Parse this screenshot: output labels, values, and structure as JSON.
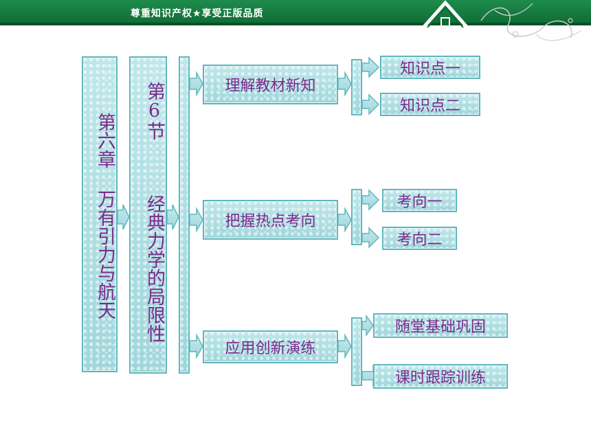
{
  "header": {
    "slogan": "尊重知识产权★享受正版品质"
  },
  "diagram": {
    "chapter": "第六章 万有引力与航天",
    "section_num": "第6节",
    "section_title": "经典力学的局限性",
    "branches": [
      {
        "label": "理解教材新知",
        "children": [
          "知识点一",
          "知识点二"
        ]
      },
      {
        "label": "把握热点考向",
        "children": [
          "考向一",
          "考向二"
        ]
      },
      {
        "label": "应用创新演练",
        "children": [
          "随堂基础巩固",
          "课时跟踪训练"
        ]
      }
    ]
  },
  "colors": {
    "header_green": "#1e8c4c",
    "box_fill": "#a9dde1",
    "box_border": "#5fb6bd",
    "text_purple": "#7b2a8c"
  }
}
